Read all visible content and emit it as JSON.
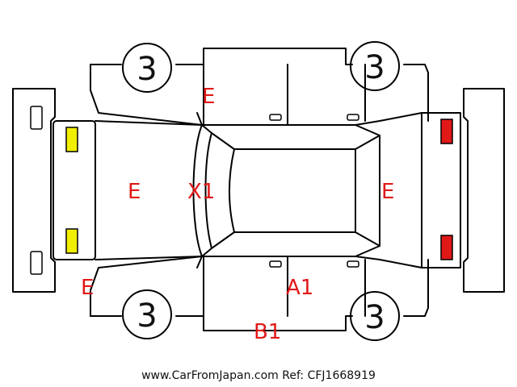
{
  "tires": {
    "front_left": "3",
    "front_right": "3",
    "rear_left": "3",
    "rear_right": "3"
  },
  "damage_marks": {
    "roof_top_left": "E",
    "front_hood": "E",
    "windshield": "X1",
    "rear_hatch": "E",
    "front_bumper_bottom": "E",
    "rear_door_bottom": "A1",
    "rocker_panel_bottom": "B1"
  },
  "colors": {
    "outline": "#000000",
    "damage_mark": "#e01818",
    "front_lights": "#f2ee00",
    "rear_lights": "#e01818"
  },
  "footer": {
    "text": "www.CarFromJapan.com Ref: CFJ1668919"
  }
}
